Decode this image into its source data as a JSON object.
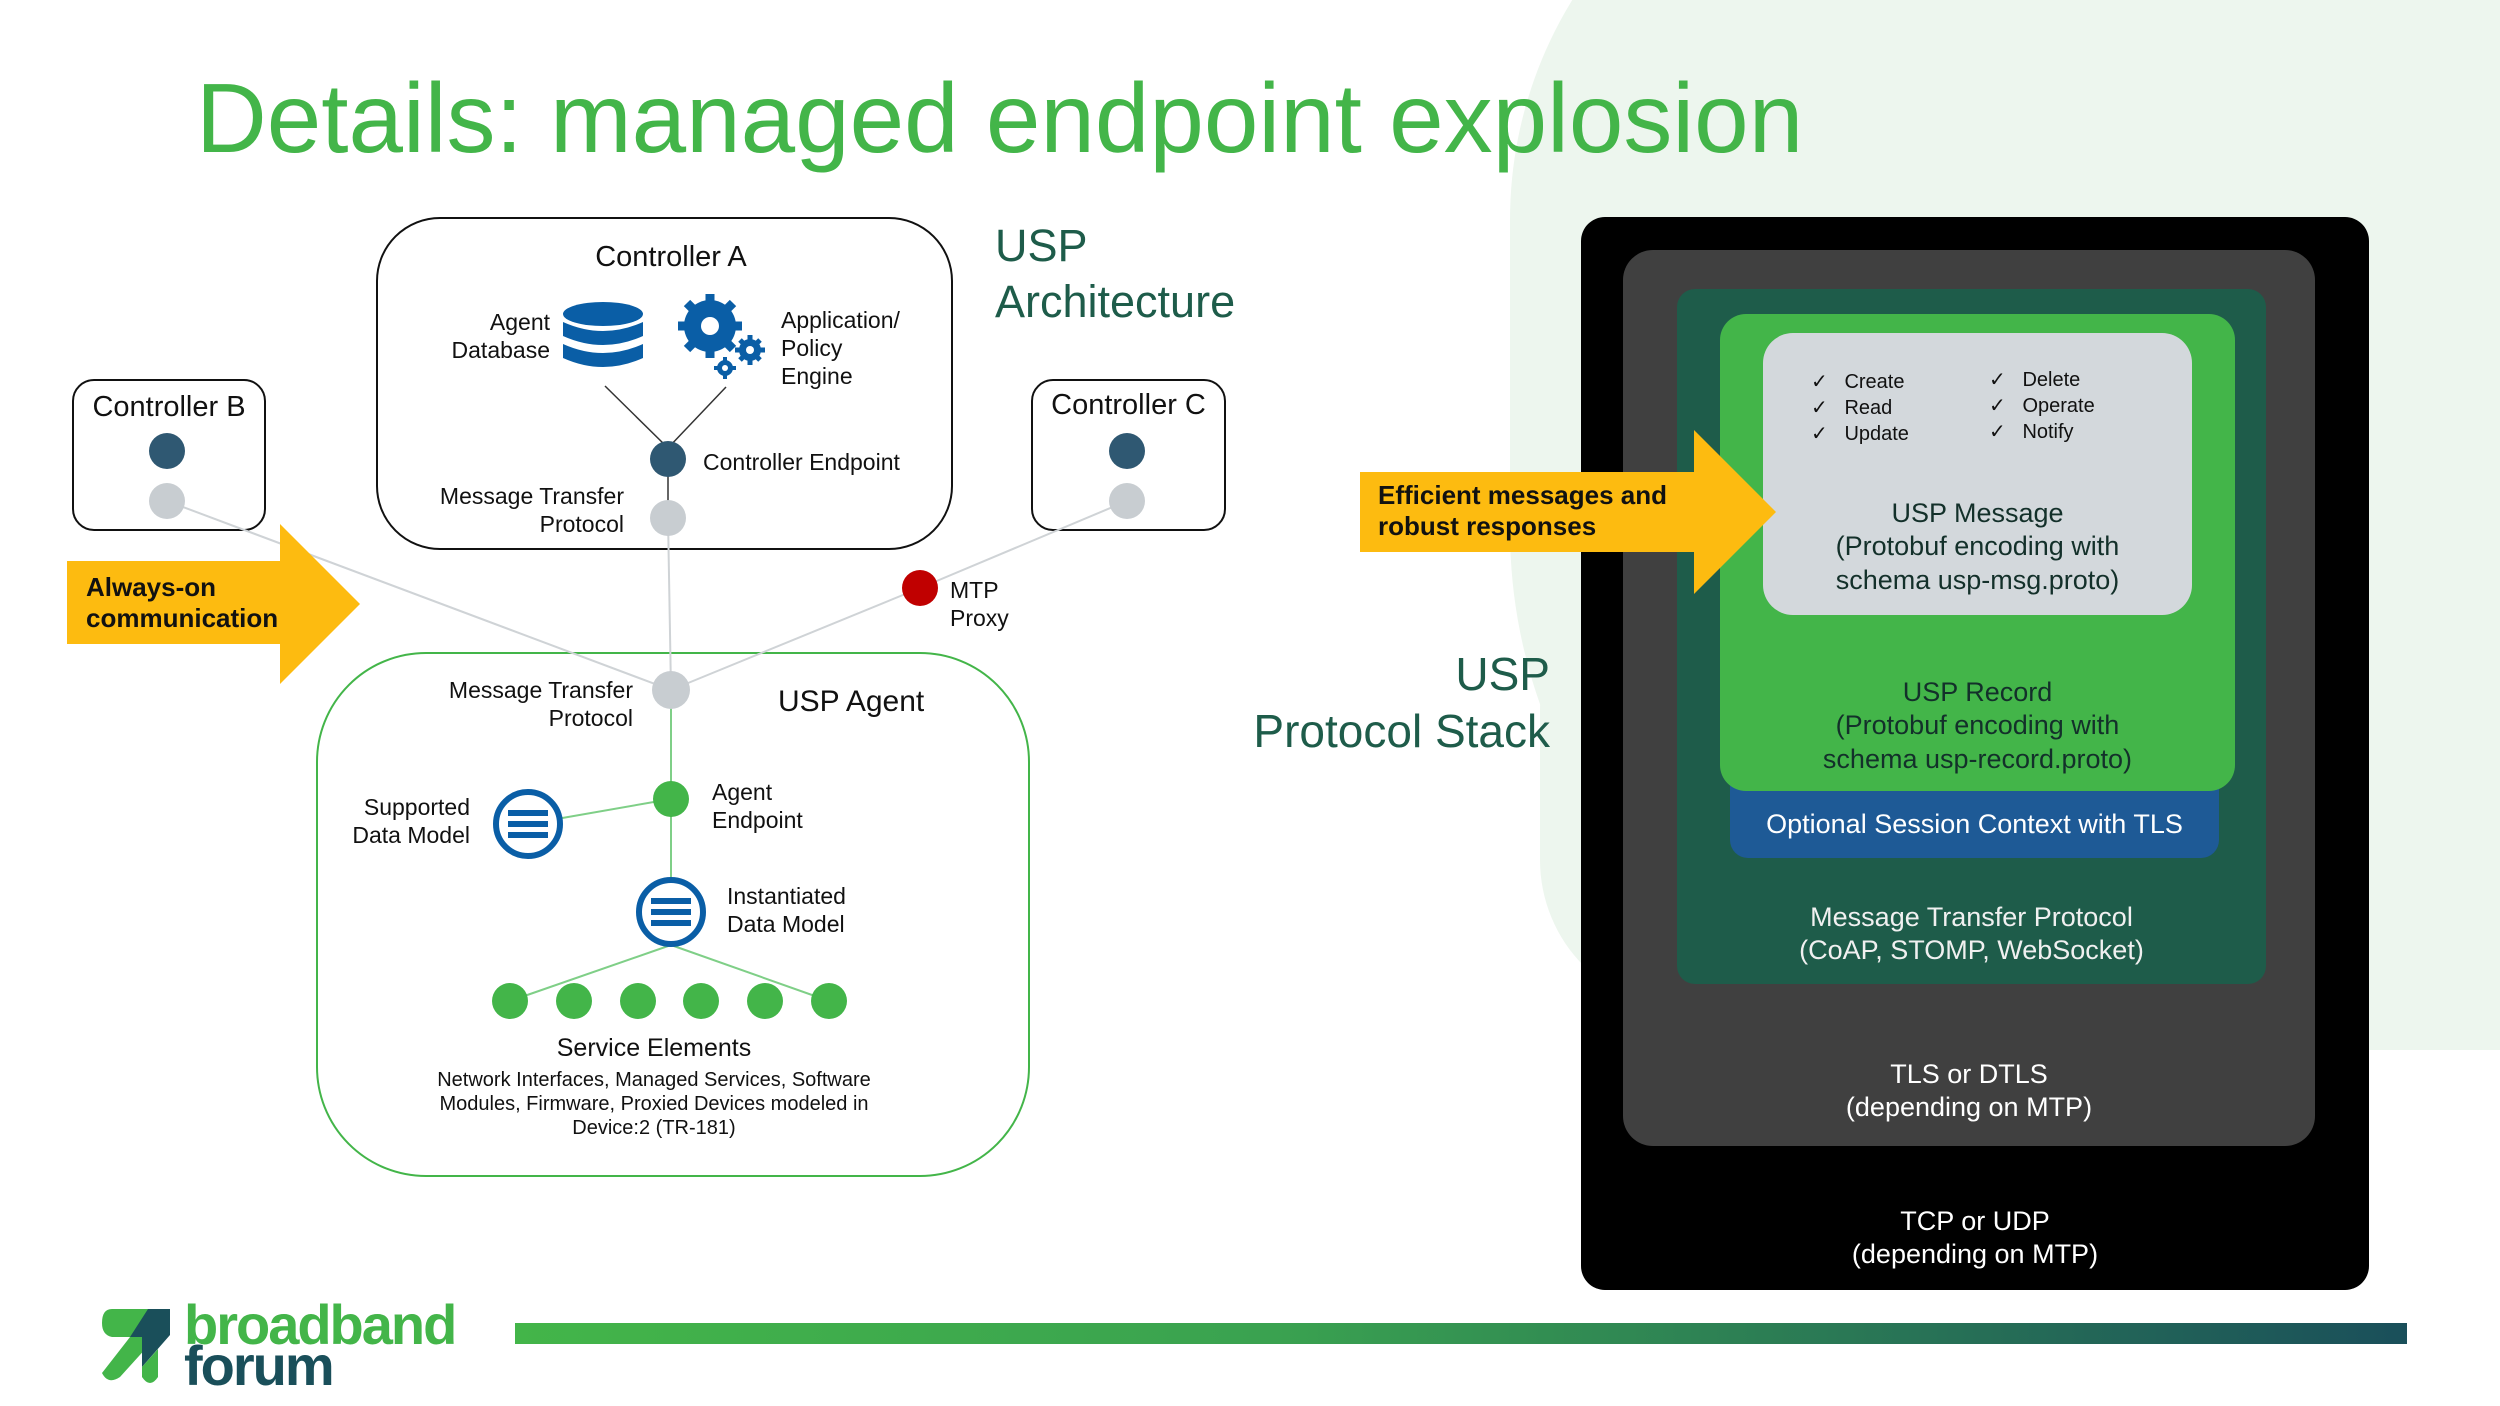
{
  "title": "Details: managed endpoint explosion",
  "architecture": {
    "heading_line1": "USP",
    "heading_line2": "Architecture",
    "controller_a": {
      "title": "Controller A",
      "agent_database": [
        "Agent",
        "Database"
      ],
      "policy_engine": [
        "Application/",
        "Policy",
        "Engine"
      ],
      "controller_endpoint": "Controller Endpoint",
      "mtp": [
        "Message Transfer",
        "Protocol"
      ]
    },
    "controller_b": {
      "title": "Controller B"
    },
    "controller_c": {
      "title": "Controller C"
    },
    "mtp_proxy": [
      "MTP",
      "Proxy"
    ],
    "always_on": [
      "Always-on",
      "communication"
    ],
    "agent": {
      "title": "USP Agent",
      "mtp": [
        "Message Transfer",
        "Protocol"
      ],
      "supported_dm": [
        "Supported",
        "Data Model"
      ],
      "agent_endpoint": [
        "Agent",
        "Endpoint"
      ],
      "instantiated_dm": [
        "Instantiated",
        "Data Model"
      ],
      "service_elements_title": "Service Elements",
      "service_elements_desc": [
        "Network Interfaces, Managed Services, Software",
        "Modules, Firmware, Proxied Devices modeled in",
        "Device:2 (TR-181)"
      ]
    }
  },
  "stack": {
    "heading_line1": "USP",
    "heading_line2": "Protocol Stack",
    "efficient": [
      "Efficient messages and",
      "robust responses"
    ],
    "operations_left": [
      "Create",
      "Read",
      "Update"
    ],
    "operations_right": [
      "Delete",
      "Operate",
      "Notify"
    ],
    "check_glyph": "✓",
    "usp_message": [
      "USP Message",
      "(Protobuf encoding with",
      "schema usp-msg.proto)"
    ],
    "usp_record": [
      "USP Record",
      "(Protobuf encoding with",
      "schema usp-record.proto)"
    ],
    "session": "Optional Session Context with TLS",
    "mtp": [
      "Message Transfer Protocol",
      "(CoAP, STOMP, WebSocket)"
    ],
    "tls": [
      "TLS or DTLS",
      "(depending on MTP)"
    ],
    "tcp": [
      "TCP or UDP",
      "(depending on MTP)"
    ]
  },
  "footer": {
    "logo_line1": "broadband",
    "logo_line2": "forum"
  },
  "colors": {
    "green": "#43b549",
    "dark_green": "#1e5c4a",
    "blue": "#0a5ea6",
    "yellow": "#fdbb10",
    "red": "#c00000",
    "navy": "#2f5872"
  }
}
